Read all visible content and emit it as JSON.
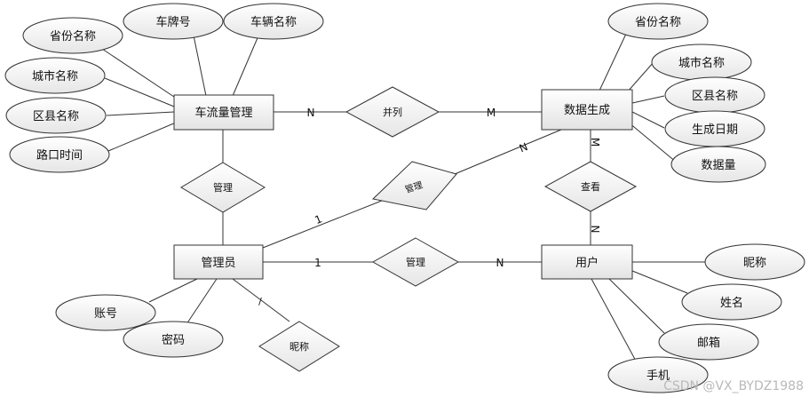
{
  "entities": {
    "traffic": "车流量管理",
    "datagen": "数据生成",
    "admin": "管理员",
    "user": "用户"
  },
  "relationships": {
    "merge": "并列",
    "manage_left": "管理",
    "manage_diag": "管理",
    "manage_mid": "管理",
    "view": "查看",
    "admin_nick": "昵称"
  },
  "attributes": {
    "t_province": "省份名称",
    "t_plate": "车牌号",
    "t_vehicle": "车辆名称",
    "t_city": "城市名称",
    "t_district": "区县名称",
    "t_time": "路口时间",
    "d_province": "省份名称",
    "d_city": "城市名称",
    "d_district": "区县名称",
    "d_date": "生成日期",
    "d_amount": "数据量",
    "a_account": "账号",
    "a_password": "密码",
    "u_nick": "昵称",
    "u_name": "姓名",
    "u_email": "邮箱",
    "u_phone": "手机"
  },
  "cardinalities": {
    "traffic_merge": "N",
    "merge_datagen": "M",
    "admin_diag": "1",
    "diag_datagen": "N",
    "admin_mid": "1",
    "mid_user": "N",
    "datagen_view": "M",
    "view_user": "N",
    "admin_nick_link": "/"
  },
  "watermark": "CSDN @VX_BYDZ1988"
}
